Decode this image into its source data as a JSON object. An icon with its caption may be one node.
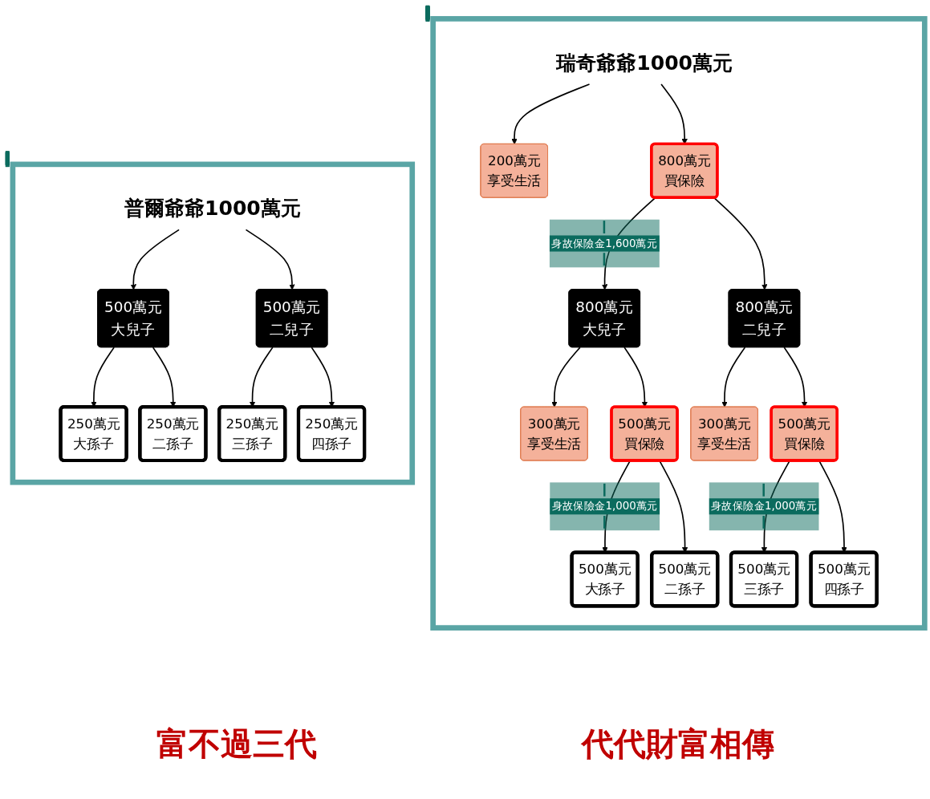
{
  "diagram": {
    "nodes": [
      {
        "text": [],
        "shape": "box"
      },
      {
        "text": [
          "普爾爺爺1000萬元"
        ],
        "in": 0
      },
      {
        "text": [
          "500萬元",
          "大兒子"
        ],
        "in": 0
      },
      {
        "text": [
          "500萬元",
          "二兒子"
        ],
        "in": 0
      },
      {
        "text": [
          "250萬元",
          "大孫子"
        ],
        "in": 0
      },
      {
        "text": [
          "250萬元",
          "二孫子"
        ],
        "in": 0
      },
      {
        "text": [
          "250萬元",
          "三孫子"
        ],
        "in": 0
      },
      {
        "text": [
          "250萬元",
          "四孫子"
        ],
        "in": 0
      },
      {
        "text": [],
        "shape": "box"
      },
      {
        "text": [
          "瑞奇爺爺1000萬元"
        ],
        "in": 8
      },
      {
        "text": [
          "200萬元",
          "享受生活"
        ],
        "in": 8
      },
      {
        "text": [
          "800萬元",
          "買保險"
        ],
        "in": 8
      },
      {
        "text": [
          "800萬元",
          "大兒子"
        ],
        "in": 8
      },
      {
        "text": [
          "800萬元",
          "二兒子"
        ],
        "in": 8
      },
      {
        "text": [
          "300萬元",
          "享受生活"
        ],
        "in": 8
      },
      {
        "text": [
          "500萬元",
          "買保險"
        ],
        "in": 8
      },
      {
        "text": [
          "300萬元",
          "享受生活"
        ],
        "in": 8
      },
      {
        "text": [
          "500萬元",
          "買保險"
        ],
        "in": 8
      },
      {
        "text": [
          "500萬元",
          "大孫子"
        ],
        "in": 8
      },
      {
        "text": [
          "500萬元",
          "二孫子"
        ],
        "in": 8
      },
      {
        "text": [
          "500萬元",
          "三孫子"
        ],
        "in": 8
      },
      {
        "text": [
          "500萬元",
          "四孫子"
        ],
        "in": 8
      }
    ],
    "edges": [
      {
        "from": 1,
        "to": 2,
        "arrow": "to"
      },
      {
        "from": 1,
        "to": 3,
        "arrow": "to"
      },
      {
        "from": 2,
        "to": 4,
        "arrow": "to"
      },
      {
        "from": 2,
        "to": 5,
        "arrow": "to"
      },
      {
        "from": 3,
        "to": 6,
        "arrow": "to"
      },
      {
        "from": 3,
        "to": 7,
        "arrow": "to"
      },
      {
        "from": 9,
        "to": 10,
        "arrow": "to"
      },
      {
        "from": 9,
        "to": 11,
        "arrow": "to"
      },
      {
        "from": 11,
        "to": 12,
        "arrow": "to",
        "label": "身故保險金1,600萬元"
      },
      {
        "from": 11,
        "to": 13,
        "arrow": "to"
      },
      {
        "from": 12,
        "to": 14,
        "arrow": "to"
      },
      {
        "from": 12,
        "to": 15,
        "arrow": "to"
      },
      {
        "from": 13,
        "to": 16,
        "arrow": "to"
      },
      {
        "from": 13,
        "to": 17,
        "arrow": "to"
      },
      {
        "from": 15,
        "to": 18,
        "arrow": "to",
        "label": "身故保險金1,000萬元"
      },
      {
        "from": 15,
        "to": 19,
        "arrow": "to"
      },
      {
        "from": 17,
        "to": 20,
        "arrow": "to",
        "label": "身故保險金1,000萬元"
      },
      {
        "from": 17,
        "to": 21,
        "arrow": "to"
      }
    ],
    "labels": [
      "富不過三代",
      "代代財富相傳"
    ]
  }
}
